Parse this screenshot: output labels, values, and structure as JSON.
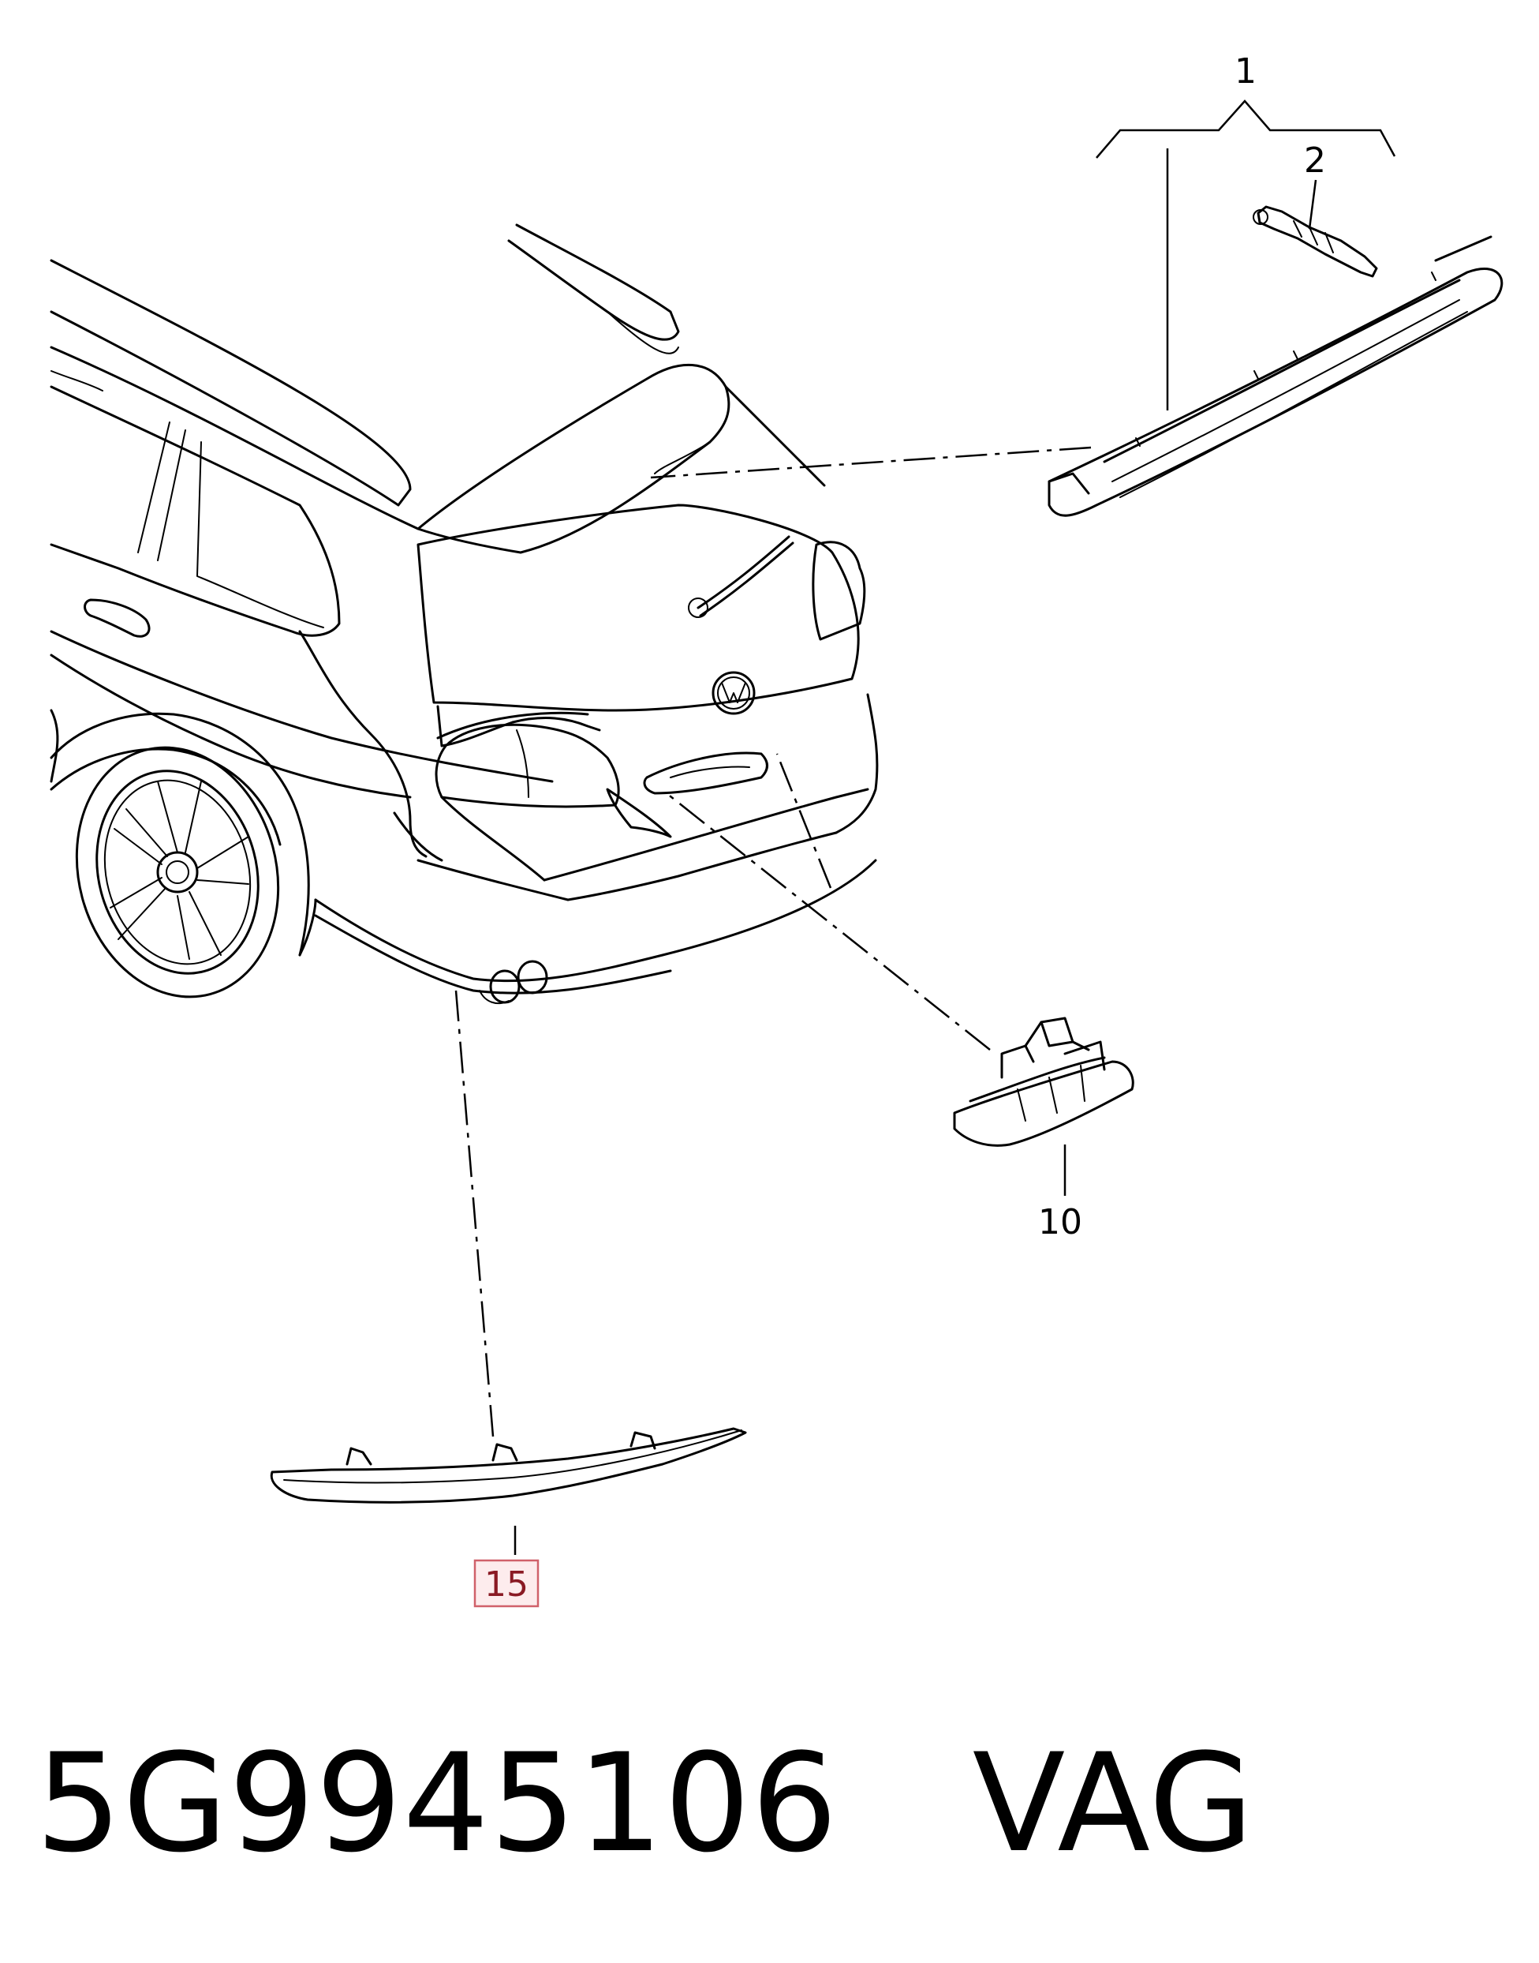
{
  "callouts": {
    "c1": "1",
    "c2": "2",
    "c10": "10",
    "c15": "15"
  },
  "highlighted_callout": "15",
  "highlight_color": "#d0616a",
  "footer": {
    "part_number": "5G9945106",
    "brand": "VAG"
  }
}
